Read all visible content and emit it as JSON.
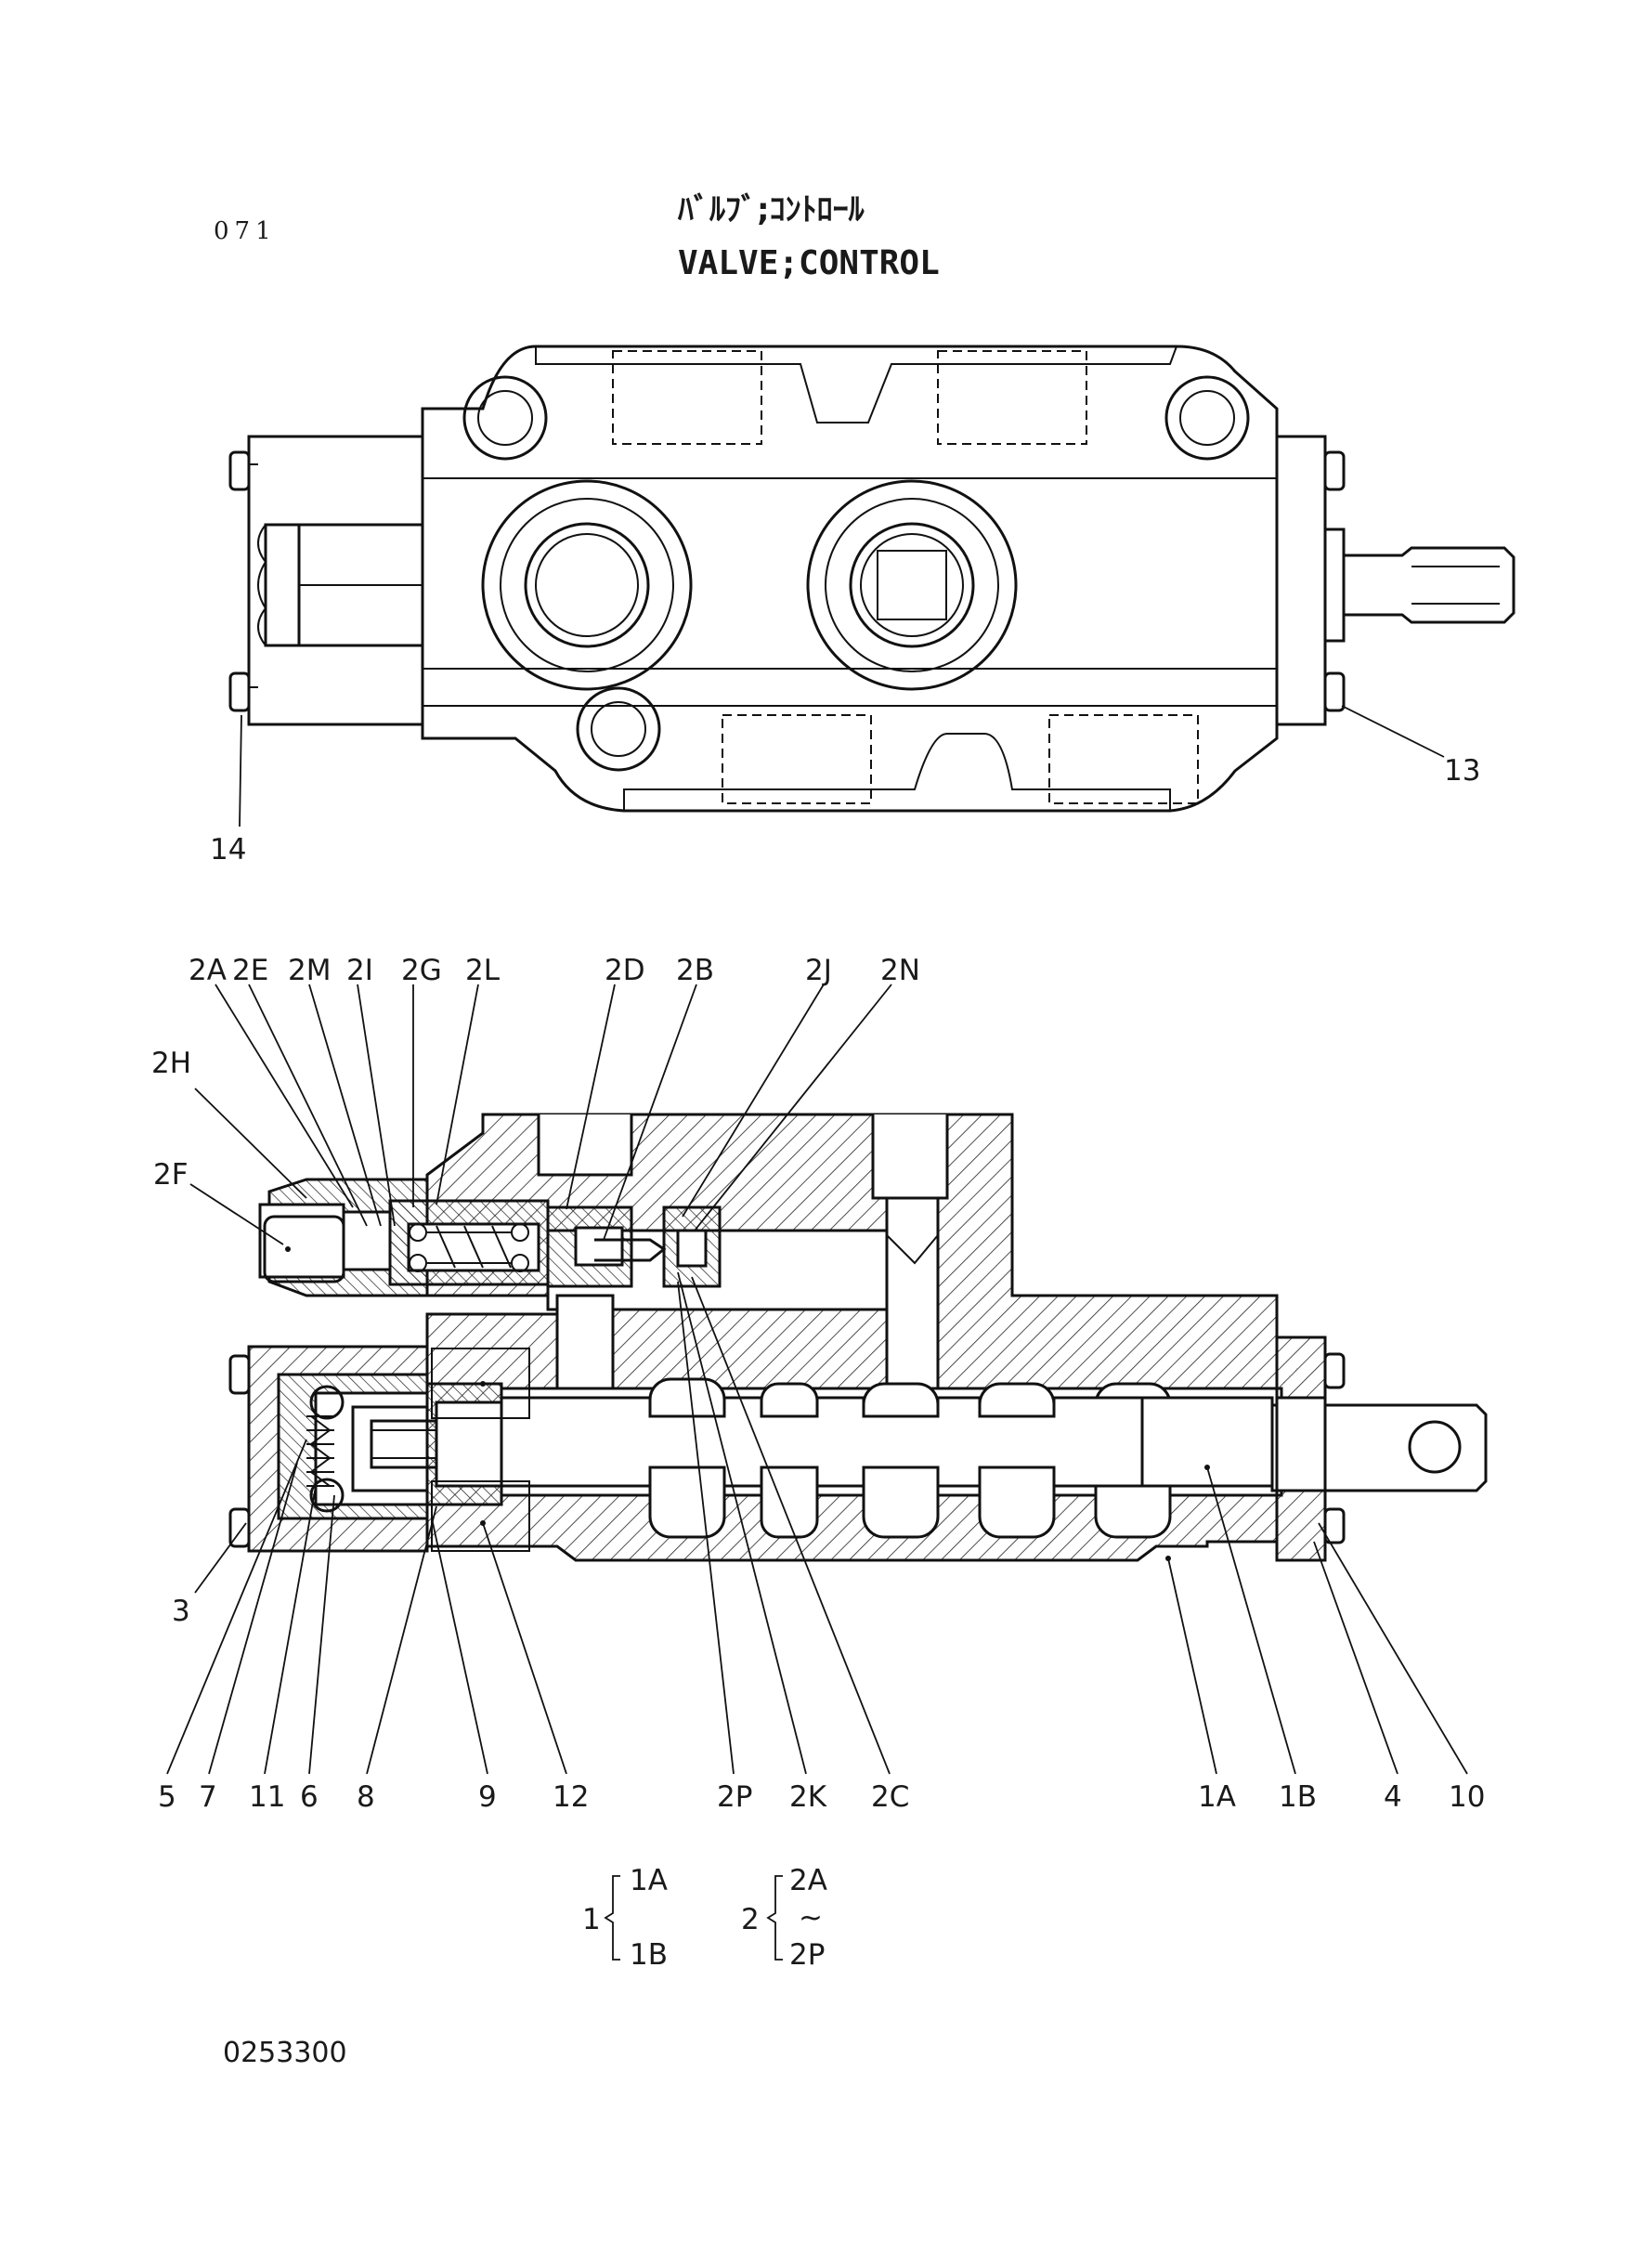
{
  "header": {
    "page_number": "071",
    "title_jp": "ﾊﾞﾙﾌﾞ;ｺﾝﾄﾛｰﾙ",
    "title_en": "VALVE;CONTROL"
  },
  "top_view": {
    "callouts": {
      "c13": "13",
      "c14": "14"
    }
  },
  "section_view": {
    "top_callouts": {
      "c2A": "2A",
      "c2E": "2E",
      "c2M": "2M",
      "c2I": "2I",
      "c2G": "2G",
      "c2L": "2L",
      "c2D": "2D",
      "c2B": "2B",
      "c2J": "2J",
      "c2N": "2N"
    },
    "left_callouts": {
      "c2H": "2H",
      "c2F": "2F",
      "c3": "3"
    },
    "bottom_callouts": {
      "c5": "5",
      "c7": "7",
      "c11": "11",
      "c6": "6",
      "c8": "8",
      "c9": "9",
      "c12": "12",
      "c2P": "2P",
      "c2K": "2K",
      "c2C": "2C",
      "c1A": "1A",
      "c1B": "1B",
      "c4": "4",
      "c10": "10"
    }
  },
  "legend": {
    "group1": {
      "num": "1",
      "a": "1A",
      "b": "1B"
    },
    "group2": {
      "num": "2",
      "a": "2A",
      "tilde": "~",
      "b": "2P"
    }
  },
  "footer": {
    "drawing_code": "0253300"
  }
}
